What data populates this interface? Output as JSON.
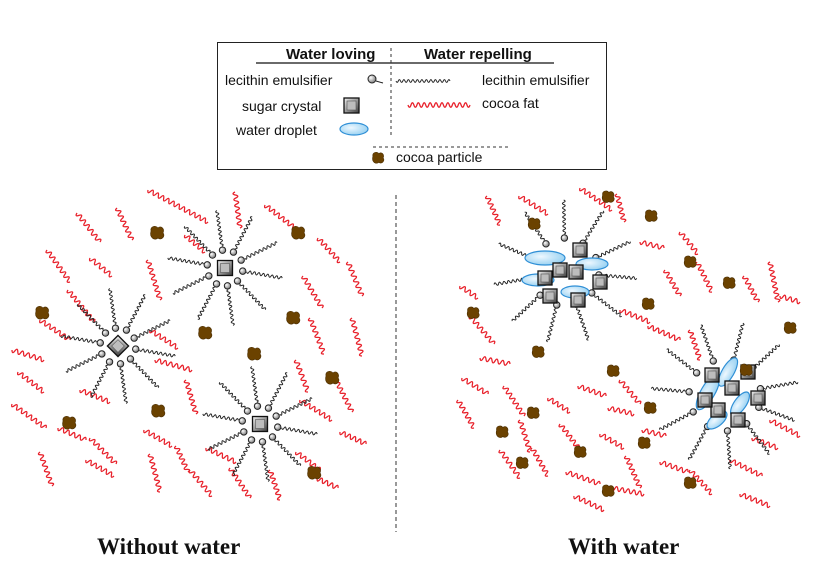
{
  "legend": {
    "header_loving": "Water loving",
    "header_repelling": "Water repelling",
    "items": {
      "lecithin_left": "lecithin emulsifier",
      "sugar": "sugar crystal",
      "droplet": "water droplet",
      "lecithin_right": "lecithin emulsifier",
      "fat": "cocoa fat",
      "particle": "cocoa particle"
    }
  },
  "captions": {
    "left": "Without water",
    "right": "With water"
  },
  "colors": {
    "fat": "#e8212b",
    "particle": "#6b4200",
    "droplet_fill": "#bfe3f7",
    "droplet_stroke": "#2f8fd6",
    "tail": "#222222"
  },
  "icons": {
    "lecithin_head": "circle-head-icon",
    "sugar": "gray-square-icon",
    "droplet": "blue-ellipse-icon",
    "fat": "red-wavy-line-icon",
    "particle": "brown-blob-icon"
  }
}
